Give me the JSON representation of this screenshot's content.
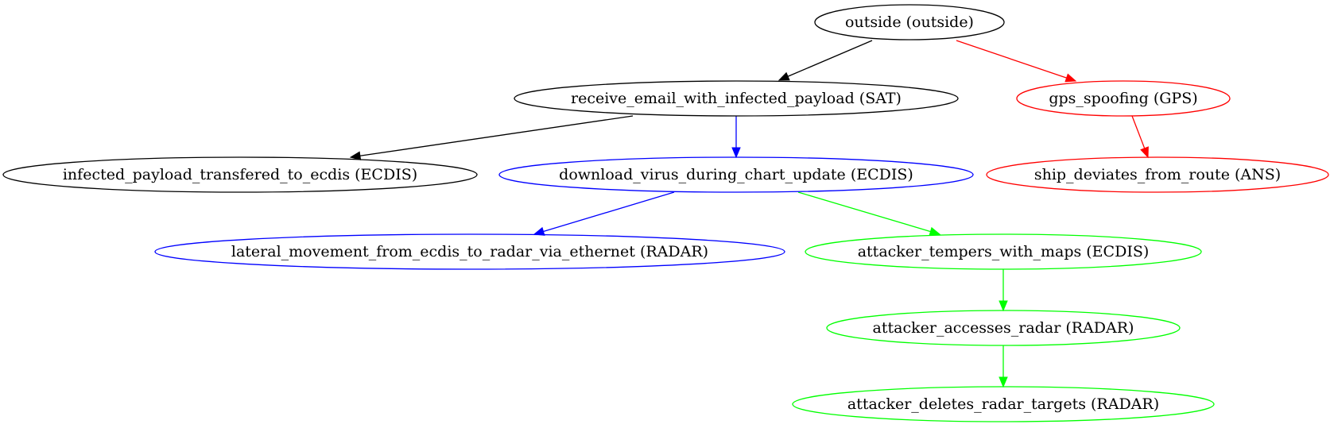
{
  "nodes": [
    {
      "id": "outside",
      "label": "outside (outside)",
      "color": "#000000"
    },
    {
      "id": "receive_email",
      "label": "receive_email_with_infected_payload (SAT)",
      "color": "#000000"
    },
    {
      "id": "gps_spoofing",
      "label": "gps_spoofing (GPS)",
      "color": "#ff0000"
    },
    {
      "id": "infected_payload",
      "label": "infected_payload_transfered_to_ecdis (ECDIS)",
      "color": "#000000"
    },
    {
      "id": "download_virus",
      "label": "download_virus_during_chart_update (ECDIS)",
      "color": "#0000ff"
    },
    {
      "id": "ship_deviates",
      "label": "ship_deviates_from_route (ANS)",
      "color": "#ff0000"
    },
    {
      "id": "lateral_movement",
      "label": "lateral_movement_from_ecdis_to_radar_via_ethernet (RADAR)",
      "color": "#0000ff"
    },
    {
      "id": "tempers_maps",
      "label": "attacker_tempers_with_maps (ECDIS)",
      "color": "#00ff00"
    },
    {
      "id": "accesses_radar",
      "label": "attacker_accesses_radar (RADAR)",
      "color": "#00ff00"
    },
    {
      "id": "deletes_targets",
      "label": "attacker_deletes_radar_targets (RADAR)",
      "color": "#00ff00"
    }
  ],
  "edges": [
    {
      "from": "outside",
      "to": "receive_email",
      "color": "#000000"
    },
    {
      "from": "outside",
      "to": "gps_spoofing",
      "color": "#ff0000"
    },
    {
      "from": "receive_email",
      "to": "infected_payload",
      "color": "#000000"
    },
    {
      "from": "receive_email",
      "to": "download_virus",
      "color": "#0000ff"
    },
    {
      "from": "gps_spoofing",
      "to": "ship_deviates",
      "color": "#ff0000"
    },
    {
      "from": "download_virus",
      "to": "lateral_movement",
      "color": "#0000ff"
    },
    {
      "from": "download_virus",
      "to": "tempers_maps",
      "color": "#00ff00"
    },
    {
      "from": "tempers_maps",
      "to": "accesses_radar",
      "color": "#00ff00"
    },
    {
      "from": "accesses_radar",
      "to": "deletes_targets",
      "color": "#00ff00"
    }
  ]
}
